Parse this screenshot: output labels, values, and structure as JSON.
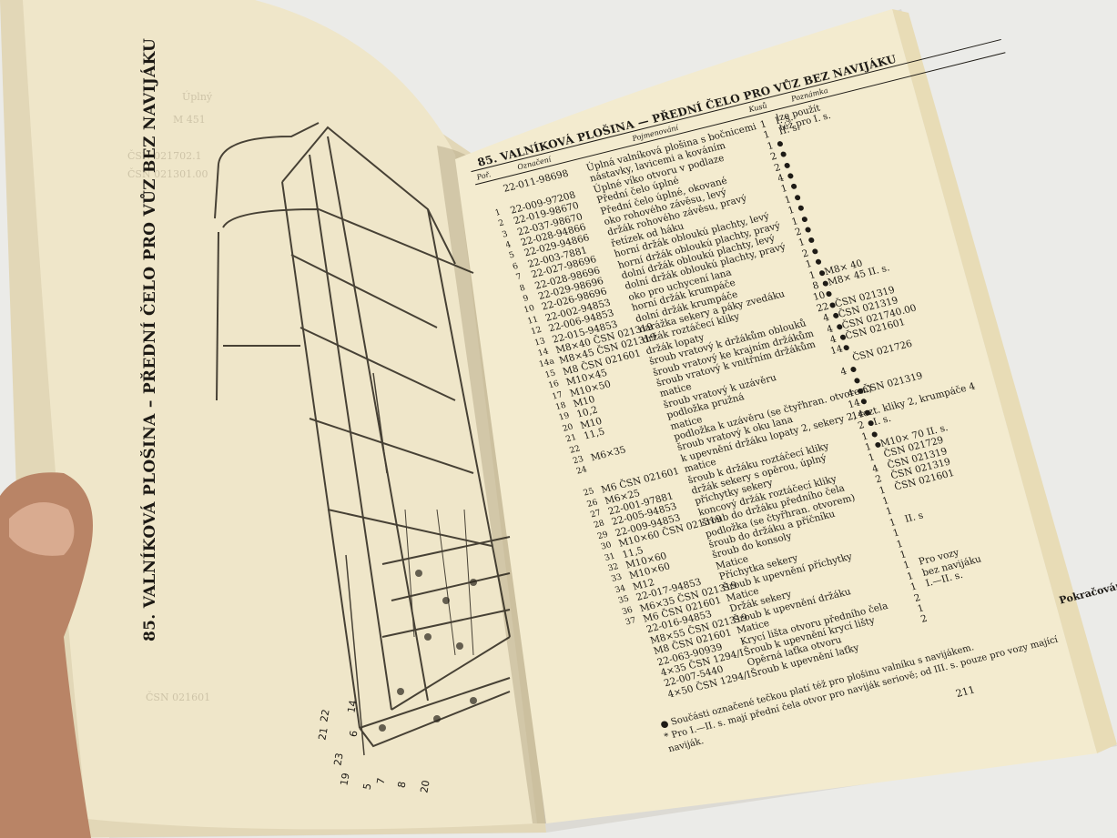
{
  "left_page": {
    "title": "85. VALNÍKOVÁ PLOŠINA – PŘEDNÍ ČELO PRO VŮZ BEZ NAVIJÁKU",
    "callouts": [
      "22",
      "21",
      "23",
      "19",
      "5",
      "6",
      "7",
      "8",
      "20",
      "14"
    ]
  },
  "right_page": {
    "title": "85. VALNÍKOVÁ PLOŠINA — PŘEDNÍ ČELO PRO VŮZ BEZ NAVIJÁKU",
    "columns": {
      "pos": "Poř.",
      "code": "Označení",
      "name": "Pojmenování",
      "qty": "Kusů",
      "note": "Poznámka"
    },
    "note_header": "lze použít též pro I. s.",
    "rows": [
      {
        "pos": "",
        "code": "22-011-98698",
        "name": "Úplná valníková plošina s bočnicemi",
        "qty": "1",
        "note": "I. s."
      },
      {
        "pos": "",
        "code": "",
        "name": "nástavky, lavicemi a kováním",
        "qty": "1",
        "note": "II. s."
      },
      {
        "pos": "1",
        "code": "22-009-97208",
        "name": "Úplné víko otvoru v podlaze",
        "qty": "1",
        "note": ""
      },
      {
        "pos": "2",
        "code": "22-019-98670",
        "name": "Přední čelo úplné",
        "qty": "2",
        "note": ""
      },
      {
        "pos": "3",
        "code": "22-037-98670",
        "name": "Přední čelo úplné, okované",
        "qty": "2",
        "note": ""
      },
      {
        "pos": "4",
        "code": "22-028-94866",
        "name": "oko rohového závěsu, levý",
        "qty": "4",
        "note": ""
      },
      {
        "pos": "5",
        "code": "22-029-94866",
        "name": "držák rohového závěsu, pravý",
        "qty": "1",
        "note": ""
      },
      {
        "pos": "6",
        "code": "22-003-7881",
        "name": "řetízek od háku",
        "qty": "1",
        "note": ""
      },
      {
        "pos": "7",
        "code": "22-027-98696",
        "name": "horní držák obloukú plachty, levý",
        "qty": "1",
        "note": ""
      },
      {
        "pos": "8",
        "code": "22-028-98696",
        "name": "horní držák obloukú plachty, pravý",
        "qty": "1",
        "note": ""
      },
      {
        "pos": "9",
        "code": "22-029-98696",
        "name": "dolní držák obloukú plachty, levý",
        "qty": "2",
        "note": ""
      },
      {
        "pos": "10",
        "code": "22-026-98696",
        "name": "dolní držák obloukú plachty, pravý",
        "qty": "1",
        "note": ""
      },
      {
        "pos": "11",
        "code": "22-002-94853",
        "name": "oko pro uchycení lana",
        "qty": "2",
        "note": ""
      },
      {
        "pos": "12",
        "code": "22-006-94853",
        "name": "horní držák krumpáče",
        "qty": "1",
        "note": ""
      },
      {
        "pos": "13",
        "code": "22-015-94853",
        "name": "dolní držák krumpáče",
        "qty": "1",
        "note": "M8× 40"
      },
      {
        "pos": "14",
        "code": "M8×40 ČSN 021319",
        "name": "narážka sekery a páky zvedáku",
        "qty": "8",
        "note": "M8× 45  II. s."
      },
      {
        "pos": "14a",
        "code": "M8×45 ČSN 021319",
        "name": "držák roztáčecí kliky",
        "qty": "10",
        "note": ""
      },
      {
        "pos": "15",
        "code": "M8 ČSN 021601",
        "name": "držák lopaty",
        "qty": "22",
        "note": "ČSN 021319"
      },
      {
        "pos": "16",
        "code": "M10×45",
        "name": "šroub vratový k držákům oblouků",
        "qty": "4",
        "note": "ČSN 021319"
      },
      {
        "pos": "17",
        "code": "M10×50",
        "name": "šroub vratový ke krajním držákům",
        "qty": "4",
        "note": "ČSN 021740.00"
      },
      {
        "pos": "18",
        "code": "M10",
        "name": "šroub vratový k vnitřním držákům",
        "qty": "4",
        "note": "ČSN 021601"
      },
      {
        "pos": "19",
        "code": "10,2",
        "name": "matice",
        "qty": "14",
        "note": ""
      },
      {
        "pos": "20",
        "code": "M10",
        "name": "šroub vratový k uzávěru",
        "qty": "",
        "note": "ČSN 021726"
      },
      {
        "pos": "21",
        "code": "11,5",
        "name": "podložka pružná",
        "qty": "4",
        "note": ""
      },
      {
        "pos": "22",
        "code": "",
        "name": "matice",
        "qty": "",
        "note": ""
      },
      {
        "pos": "23",
        "code": "M6×35",
        "name": "podložka k uzávěru (se čtyřhran. otvorem)",
        "qty": "4",
        "note": "ČSN 021319"
      },
      {
        "pos": "24",
        "code": "",
        "name": "šroub vratový k oku lana",
        "qty": "14",
        "note": ""
      },
      {
        "pos": "",
        "code": "",
        "name": "k upevnění držáku lopaty 2, sekery 2, rozt. kliky 2, krumpáče 4",
        "qty": "14",
        "note": ""
      },
      {
        "pos": "25",
        "code": "M6 ČSN 021601",
        "name": "matice",
        "qty": "2",
        "note": "I. s."
      },
      {
        "pos": "26",
        "code": "M6×25",
        "name": "šroub k držáku roztáčecí kliky",
        "qty": "1",
        "note": ""
      },
      {
        "pos": "27",
        "code": "22-001-97881",
        "name": "držák sekery s opěrou, úplný",
        "qty": "1",
        "note": "M10× 70  II. s."
      },
      {
        "pos": "28",
        "code": "22-005-94853",
        "name": "příchytky sekery",
        "qty": "1",
        "note": "ČSN 021729"
      },
      {
        "pos": "29",
        "code": "22-009-94853",
        "name": "koncový držák roztáčecí kliky",
        "qty": "4",
        "note": "ČSN 021319"
      },
      {
        "pos": "30",
        "code": "M10×60 ČSN 021319",
        "name": "šroub do držáku předního čela",
        "qty": "2",
        "note": "ČSN 021319"
      },
      {
        "pos": "31",
        "code": "11,5",
        "name": "podložka (se čtyřhran. otvorem)",
        "qty": "1",
        "note": "ČSN 021601"
      },
      {
        "pos": "32",
        "code": "M10×60",
        "name": "šroub do držáku a příčníku",
        "qty": "1",
        "note": ""
      },
      {
        "pos": "33",
        "code": "M10×60",
        "name": "šroub do konsoly",
        "qty": "1",
        "note": ""
      },
      {
        "pos": "34",
        "code": "M12",
        "name": "Matice",
        "qty": "1",
        "note": "II. s"
      },
      {
        "pos": "35",
        "code": "22-017-94853",
        "name": "Příchytka sekery",
        "qty": "1",
        "note": ""
      },
      {
        "pos": "36",
        "code": "M6×35 ČSN 021319",
        "name": "Šroub k upevnění příchytky",
        "qty": "1",
        "note": ""
      },
      {
        "pos": "37",
        "code": "M6 ČSN 021601",
        "name": "Matice",
        "qty": "1",
        "note": ""
      },
      {
        "pos": "",
        "code": "22-016-94853",
        "name": "Držák sekery",
        "qty": "1",
        "note": "Pro vozy"
      },
      {
        "pos": "",
        "code": "M8×55 ČSN 021319",
        "name": "Šroub k upevnění držáku",
        "qty": "1",
        "note": "bez navijáku"
      },
      {
        "pos": "",
        "code": "M8 ČSN 021601",
        "name": "Matice",
        "qty": "1",
        "note": "I.—II. s."
      },
      {
        "pos": "",
        "code": "22-063-90939",
        "name": "Krycí lišta otvoru předního čela",
        "qty": "2",
        "note": ""
      },
      {
        "pos": "",
        "code": "4×35 ČSN 1294/I",
        "name": "Šroub k upevnění krycí lišty",
        "qty": "1",
        "note": ""
      },
      {
        "pos": "",
        "code": "22-007-5440",
        "name": "Opěrná laťka otvoru",
        "qty": "2",
        "note": ""
      },
      {
        "pos": "",
        "code": "4×50 ČSN 1294/I",
        "name": "Šroub k upevnění laťky",
        "qty": "",
        "note": ""
      }
    ],
    "continued": "Pokračování.",
    "footnote1": "● Součásti označené tečkou platí též pro plošinu valníku s navijákem.",
    "footnote2": "* Pro I.—II. s. mají přední čela otvor pro naviják seriově; od III. s. pouze pro vozy mající",
    "footnote3": "naviják.",
    "page_number": "211"
  }
}
